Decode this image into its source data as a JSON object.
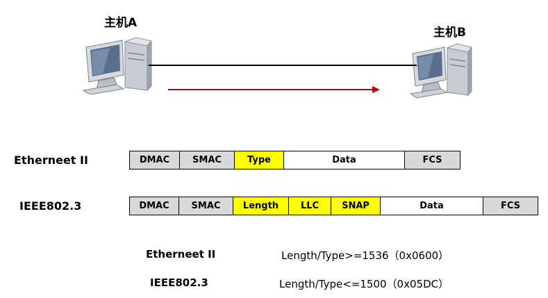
{
  "hosts": {
    "a_label": "主机A",
    "b_label": "主机B"
  },
  "colors": {
    "link_line": "#000000",
    "arrow": "#c00000",
    "gray_field": "#d9d9d9",
    "yellow_field": "#ffff00",
    "white_field": "#ffffff"
  },
  "frames": {
    "ethernet_ii": {
      "name": "Etherneet II",
      "fields": [
        {
          "label": "DMAC",
          "fill": "gray"
        },
        {
          "label": "SMAC",
          "fill": "gray"
        },
        {
          "label": "Type",
          "fill": "yellow"
        },
        {
          "label": "Data",
          "fill": "white"
        },
        {
          "label": "FCS",
          "fill": "gray"
        }
      ]
    },
    "ieee8023": {
      "name": "IEEE802.3",
      "fields": [
        {
          "label": "DMAC",
          "fill": "gray"
        },
        {
          "label": "SMAC",
          "fill": "gray"
        },
        {
          "label": "Length",
          "fill": "yellow"
        },
        {
          "label": "LLC",
          "fill": "yellow"
        },
        {
          "label": "SNAP",
          "fill": "yellow"
        },
        {
          "label": "Data",
          "fill": "white"
        },
        {
          "label": "FCS",
          "fill": "gray"
        }
      ]
    }
  },
  "notes": {
    "ethernet_ii_name": "Etherneet II",
    "ethernet_ii_rule": "Length/Type>=1536（0x0600）",
    "ieee8023_name": "IEEE802.3",
    "ieee8023_rule": "Length/Type<=1500（0x05DC）"
  }
}
